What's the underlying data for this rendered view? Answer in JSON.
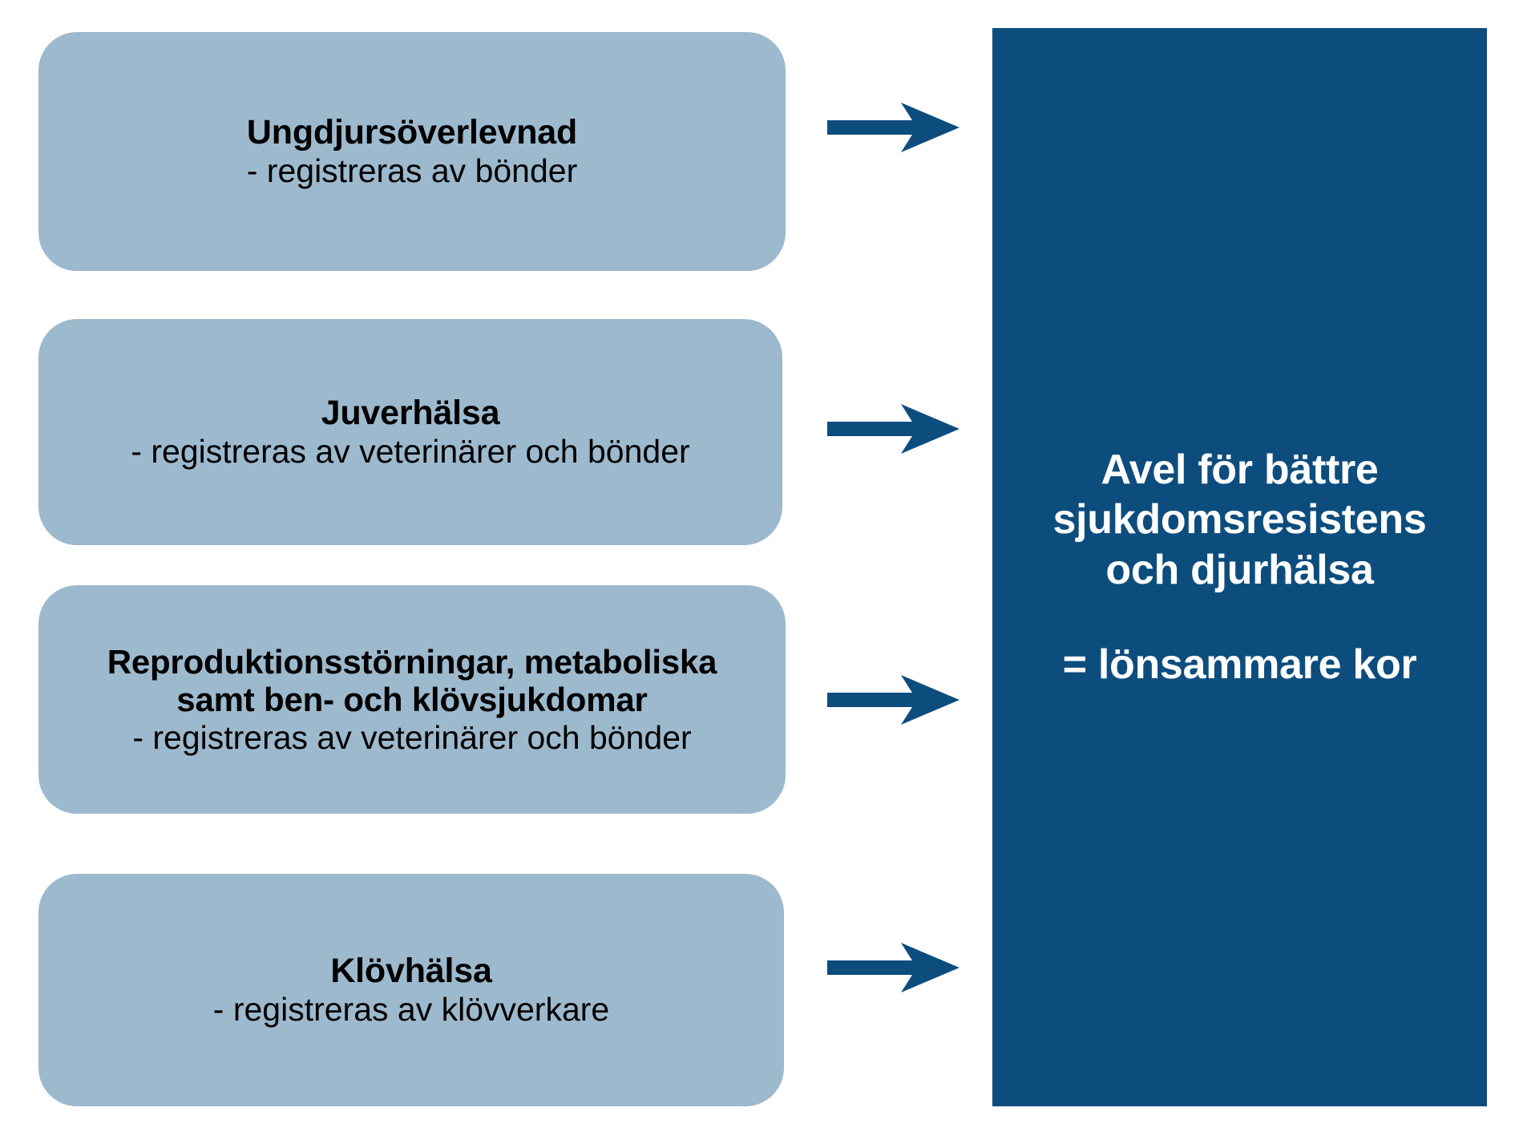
{
  "diagram": {
    "title": "Avel för bättre sjukdomsresistens och djurhälsa",
    "colors": {
      "source_box_fill": "#9db9cd",
      "result_panel_fill": "#0d4d7e",
      "arrow_fill": "#0d4d7e",
      "source_text": "#000000",
      "result_text": "#ffffff",
      "background": "#ffffff"
    }
  },
  "sources": [
    {
      "id": "ungdjursoverlevnad",
      "title": "Ungdjursöverlevnad",
      "subtitle": "- registreras av bönder",
      "arrow_name": "arrow-right-icon"
    },
    {
      "id": "juverhalsa",
      "title": "Juverhälsa",
      "subtitle": "- registreras av veterinärer och bönder",
      "arrow_name": "arrow-right-icon"
    },
    {
      "id": "reproduktionsstorningar",
      "title_line_1": "Reproduktionsstörningar, metaboliska",
      "title_line_2": "samt ben- och klövsjukdomar",
      "subtitle": "- registreras av veterinärer och bönder",
      "arrow_name": "arrow-right-icon"
    },
    {
      "id": "klovhalsa",
      "title": "Klövhälsa",
      "subtitle": "- registreras av klövverkare",
      "arrow_name": "arrow-right-icon"
    }
  ],
  "result": {
    "heading_line_1": "Avel för bättre",
    "heading_line_2": "sjukdomsresistens",
    "heading_line_3": "och djurhälsa",
    "conclusion": "= lönsammare kor"
  }
}
